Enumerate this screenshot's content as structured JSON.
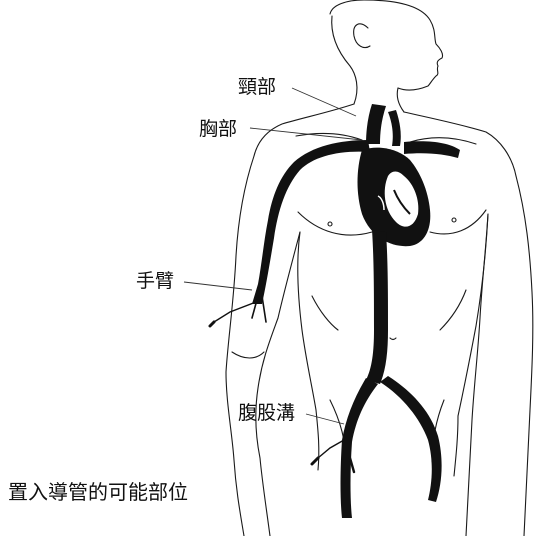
{
  "labels": {
    "neck": "頸部",
    "chest": "胸部",
    "arm": "手臂",
    "groin": "腹股溝"
  },
  "caption": "置入導管的可能部位",
  "colors": {
    "outline": "#1a1a1a",
    "vessel": "#111111",
    "heart_highlight": "#ffffff",
    "background": "#ffffff"
  }
}
